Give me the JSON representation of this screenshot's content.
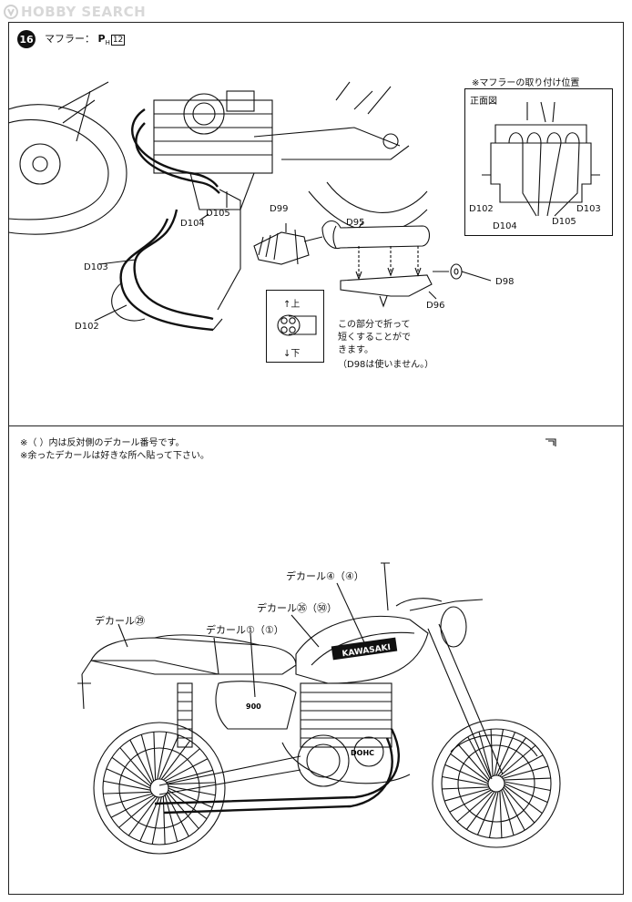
{
  "watermark": {
    "brand": "HOBBY SEARCH"
  },
  "step": {
    "number": "16",
    "title": "マフラー：",
    "page_ref": "P",
    "page_ref_sub": "H",
    "page_ref_num": "12"
  },
  "inset": {
    "caption": "※マフラーの取り付け位置",
    "view_label": "正面図",
    "parts": [
      "D102",
      "D104",
      "D105",
      "D103"
    ]
  },
  "parts": {
    "d99": "D99",
    "d95": "D95",
    "d104": "D104",
    "d105": "D105",
    "d103": "D103",
    "d102": "D102",
    "d96": "D96",
    "d98": "D98"
  },
  "orientation": {
    "up": "↑上",
    "down": "↓下"
  },
  "cut_note": {
    "line1": "この部分で折って",
    "line2": "短くすることがで",
    "line3": "きます。",
    "line4": "（D98は使いません。）"
  },
  "decal_notes": {
    "line1": "※（ ）内は反対側のデカール番号です。",
    "line2": "※余ったデカールは好きな所へ貼って下さい。"
  },
  "decals": {
    "d4": "デカール④（④）",
    "d26": "デカール㉖（㊿）",
    "d29": "デカール㉙",
    "d1": "デカール①（①）"
  },
  "bike_text": {
    "tank_brand": "KAWASAKI",
    "engine_badge": "DOHC",
    "side_badge": "900"
  }
}
